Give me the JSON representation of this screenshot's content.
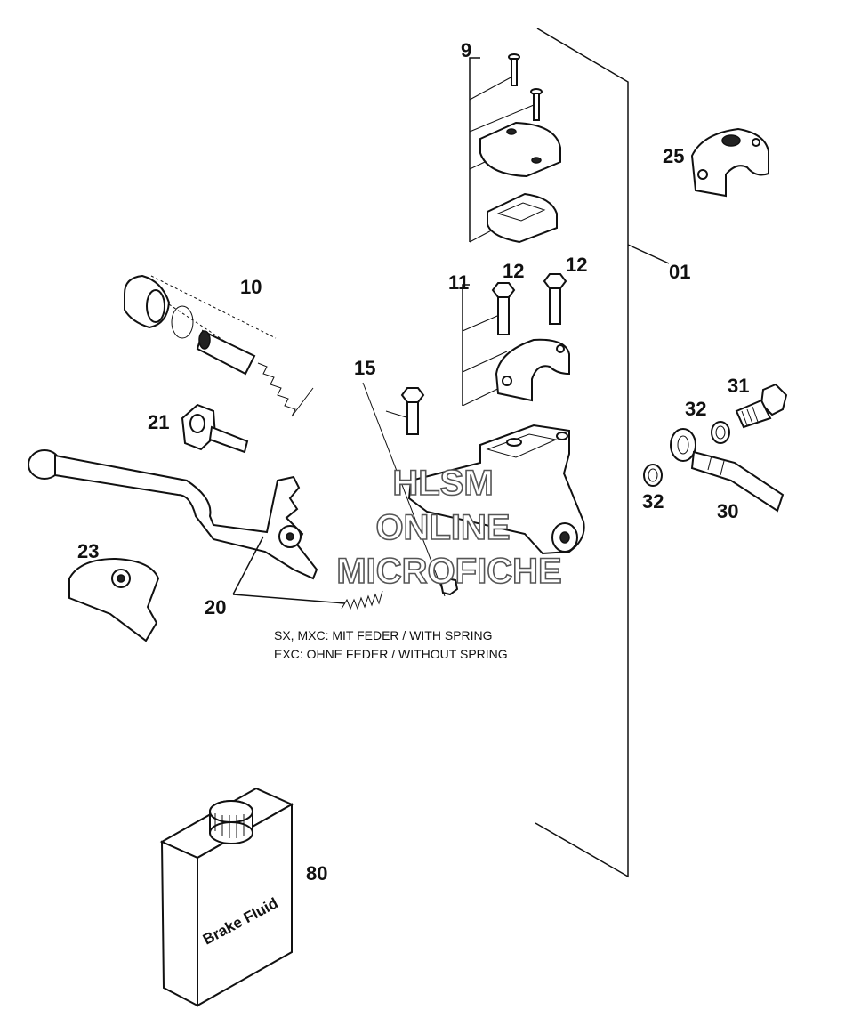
{
  "callouts": {
    "n9": "9",
    "n25": "25",
    "n01": "01",
    "n11": "11",
    "n12a": "12",
    "n12b": "12",
    "n10": "10",
    "n15": "15",
    "n21": "21",
    "n31": "31",
    "n32a": "32",
    "n32b": "32",
    "n30": "30",
    "n23": "23",
    "n20": "20",
    "n80": "80"
  },
  "notes": {
    "line1": "SX, MXC: MIT FEDER / WITH SPRING",
    "line2": "EXC: OHNE FEDER / WITHOUT SPRING"
  },
  "bottle_label": "Brake Fluid",
  "watermark": {
    "line1": "HLSM",
    "line2": "ONLINE",
    "line3": "MICROFICHE"
  }
}
